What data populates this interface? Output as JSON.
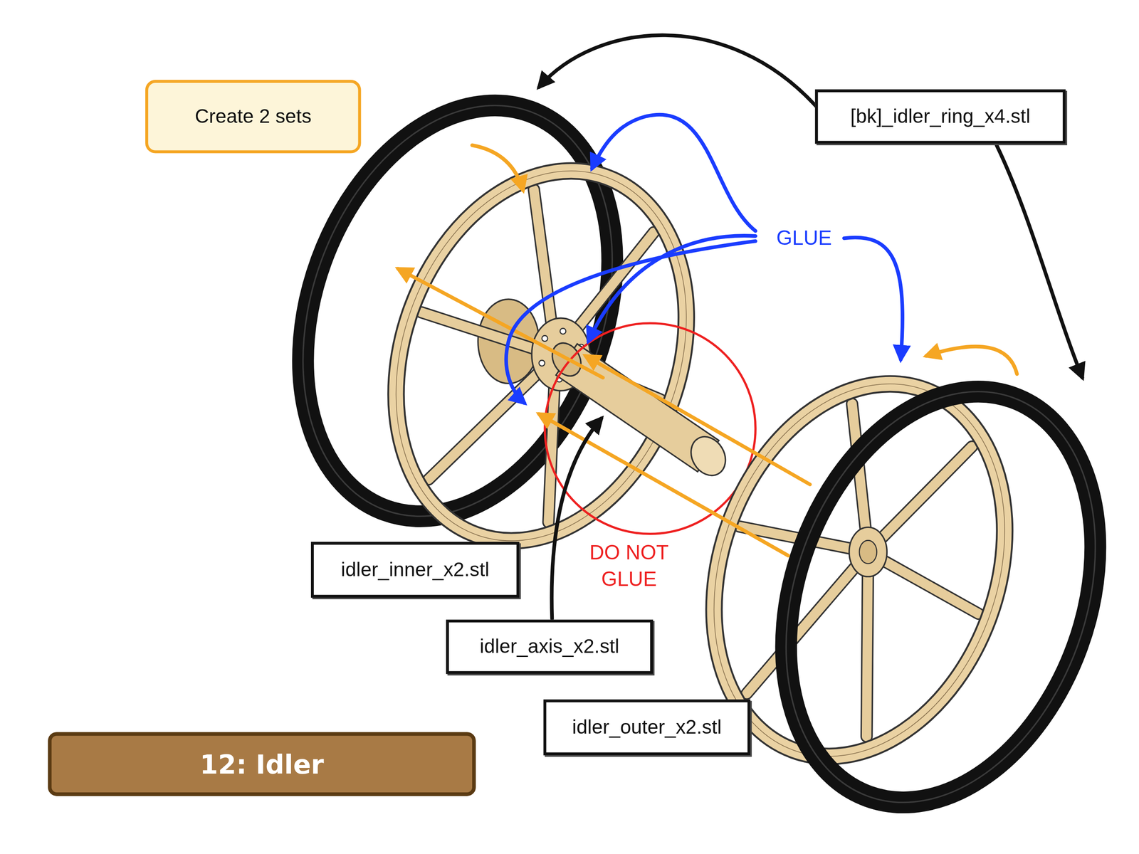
{
  "diagram": {
    "title": "12: Idler",
    "nodes": [
      {
        "text": [
          "Create 2 sets"
        ]
      },
      {
        "text": [
          "[bk]_idler_ring_x4.stl"
        ]
      },
      {
        "text": [
          "idler_inner_x2.stl"
        ]
      },
      {
        "text": [
          "idler_axis_x2.stl"
        ]
      },
      {
        "text": [
          "idler_outer_x2.stl"
        ]
      }
    ],
    "labels": [
      "GLUE",
      "DO NOT GLUE"
    ]
  }
}
